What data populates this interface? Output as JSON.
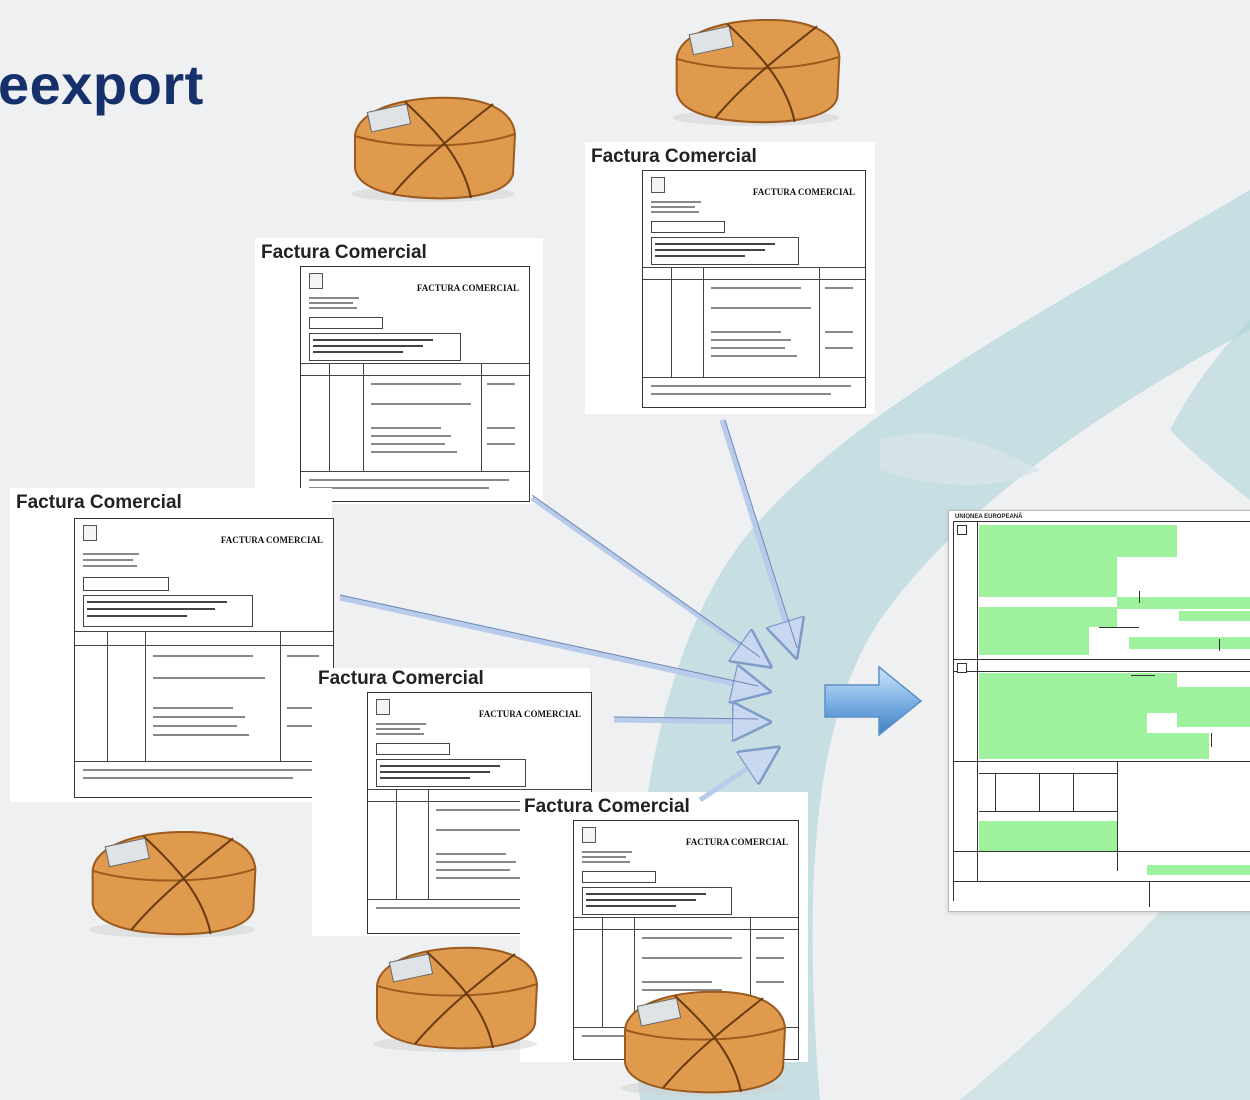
{
  "title": "eexport",
  "invoice_label": "Factura Comercial",
  "document_title": "FACTURA COMERCIAL",
  "customs_form_header": "UNIONEA EUROPEANĂ",
  "colors": {
    "title": "#16306b",
    "background": "#eef0f1",
    "swoosh": "#a8cfd6",
    "form_green": "#9ef29e",
    "package": "#e09a4e"
  },
  "icons": {
    "package": "package-icon",
    "arrow": "right-arrow-icon"
  }
}
